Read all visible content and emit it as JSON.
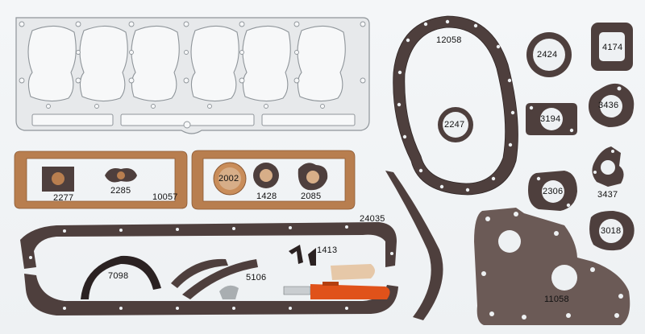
{
  "colors": {
    "dark_gasket": "#4e3f3d",
    "cork": "#b87e4f",
    "cork_edge": "#8c5a35",
    "head_gasket": "#e7e9eb",
    "head_edge": "#8f959a",
    "knife_body": "#e0521a"
  },
  "labels": {
    "p12058": "12058",
    "p2424": "2424",
    "p4174": "4174",
    "p3436": "3436",
    "p3194": "3194",
    "p2247": "2247",
    "p2277": "2277",
    "p2285": "2285",
    "p10057": "10057",
    "p2002": "2002",
    "p1428": "1428",
    "p2085": "2085",
    "p2306": "2306",
    "p3437": "3437",
    "p3018": "3018",
    "p24035": "24035",
    "p1413": "1413",
    "p7098": "7098",
    "p5106": "5106",
    "p11058": "11058"
  }
}
